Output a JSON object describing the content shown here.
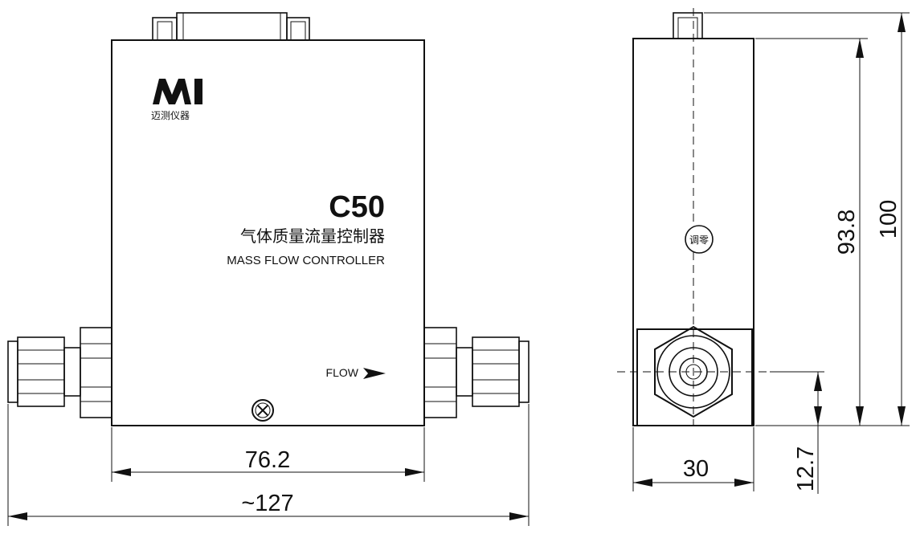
{
  "logo": {
    "mark": "MI",
    "company": "迈测仪器"
  },
  "product": {
    "model": "C50",
    "name_cn": "气体质量流量控制器",
    "name_en": "MASS FLOW CONTROLLER"
  },
  "flow_label": "FLOW",
  "zero_adjust_label": "调零",
  "dimensions": {
    "body_length": "76.2",
    "overall_length": "~127",
    "width": "30",
    "height_total": "100",
    "height_body": "93.8",
    "port_center_height": "12.7"
  }
}
